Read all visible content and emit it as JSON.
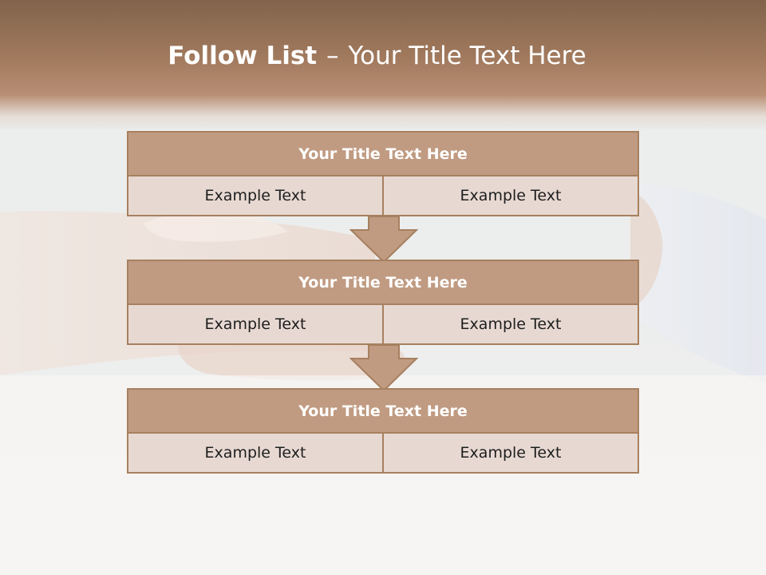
{
  "slide": {
    "title_bold": "Follow List",
    "title_sep": "–",
    "title_rest": "Your Title Text Here"
  },
  "steps": [
    {
      "title": "Your Title Text Here",
      "left": "Example Text",
      "right": "Example Text"
    },
    {
      "title": "Your Title Text Here",
      "left": "Example Text",
      "right": "Example Text"
    },
    {
      "title": "Your Title Text Here",
      "left": "Example Text",
      "right": "Example Text"
    }
  ],
  "colors": {
    "header_band": "#a27a5e",
    "box_header": "#c09b82",
    "box_cell": "#e7d9d2",
    "border": "#a7805f",
    "arrow_fill": "#c09b82"
  },
  "icons": [
    "down-arrow-icon",
    "down-arrow-icon"
  ]
}
